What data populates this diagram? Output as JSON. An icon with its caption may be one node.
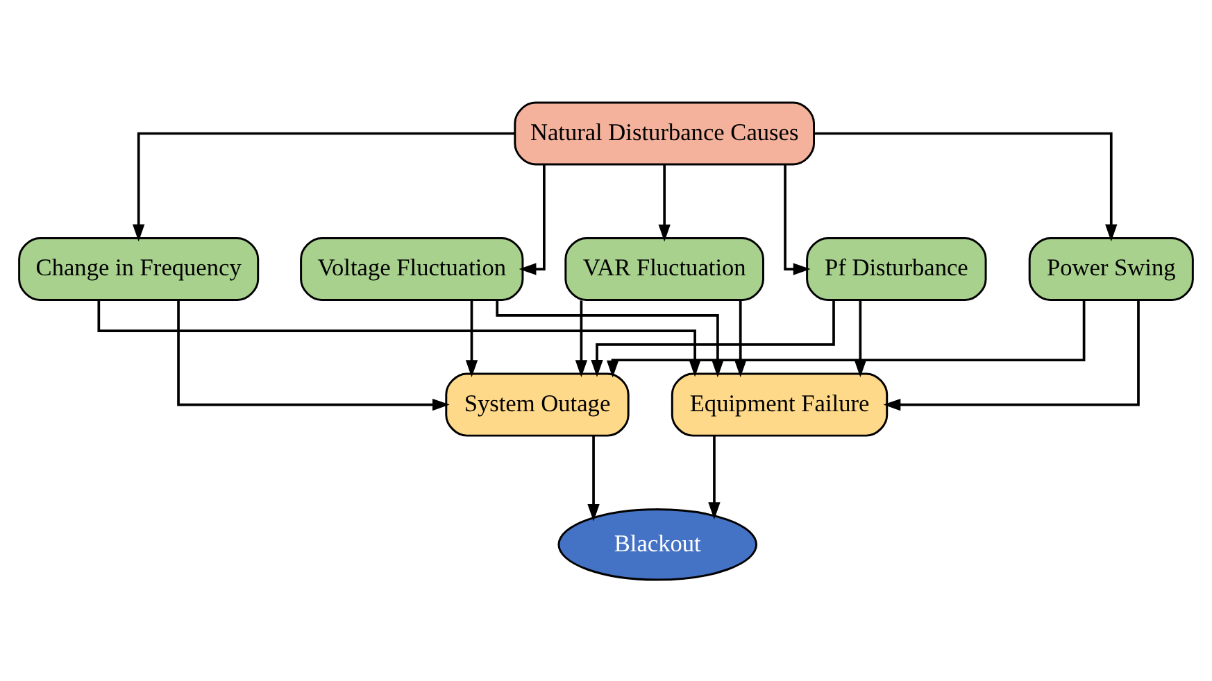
{
  "diagram": {
    "nodes": [
      {
        "text": [
          "Natural Disturbance Causes"
        ]
      },
      {
        "text": [
          "Power Swing"
        ]
      },
      {
        "text": [
          "Change in Frequency"
        ]
      },
      {
        "text": [
          "Voltage Fluctuation"
        ]
      },
      {
        "text": [
          "VAR Fluctuation"
        ]
      },
      {
        "text": [
          "Pf Disturbance"
        ]
      },
      {
        "text": [
          "System Outage"
        ]
      },
      {
        "text": [
          "Equipment Failure"
        ]
      },
      {
        "text": [
          "Blackout"
        ]
      }
    ],
    "edges": [
      {
        "from": 0,
        "to": 1,
        "arrow": "to"
      },
      {
        "from": 0,
        "to": 2,
        "arrow": "to"
      },
      {
        "from": 0,
        "to": 3,
        "arrow": "to"
      },
      {
        "from": 0,
        "to": 4,
        "arrow": "to"
      },
      {
        "from": 0,
        "to": 5,
        "arrow": "to"
      },
      {
        "from": 1,
        "to": 6,
        "arrow": "to"
      },
      {
        "from": 2,
        "to": 6,
        "arrow": "to"
      },
      {
        "from": 3,
        "to": 6,
        "arrow": "to"
      },
      {
        "from": 4,
        "to": 6,
        "arrow": "to"
      },
      {
        "from": 5,
        "to": 6,
        "arrow": "to"
      },
      {
        "from": 1,
        "to": 7,
        "arrow": "to"
      },
      {
        "from": 2,
        "to": 7,
        "arrow": "to"
      },
      {
        "from": 3,
        "to": 7,
        "arrow": "to"
      },
      {
        "from": 4,
        "to": 7,
        "arrow": "to"
      },
      {
        "from": 5,
        "to": 7,
        "arrow": "to"
      },
      {
        "from": 6,
        "to": 8,
        "arrow": "to"
      },
      {
        "from": 7,
        "to": 8,
        "arrow": "to"
      }
    ]
  }
}
